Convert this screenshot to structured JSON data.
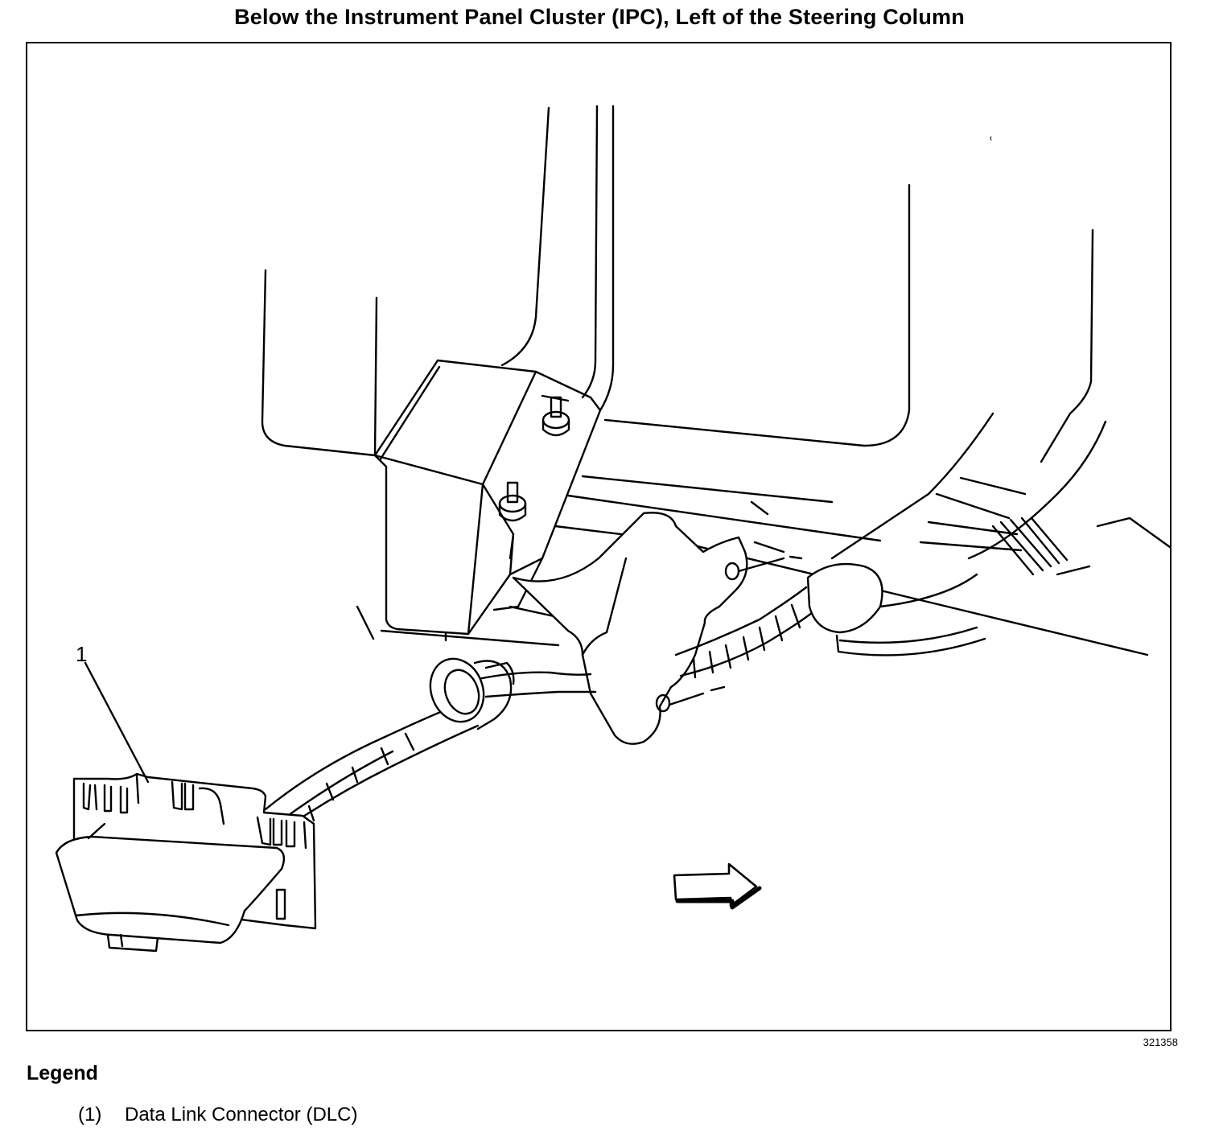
{
  "title": "Below the Instrument Panel Cluster (IPC), Left of the Steering Column",
  "figure_number": "321358",
  "callout": "1",
  "legend": {
    "heading": "Legend",
    "items": [
      {
        "number": "(1)",
        "label": "Data Link Connector (DLC)"
      }
    ]
  }
}
